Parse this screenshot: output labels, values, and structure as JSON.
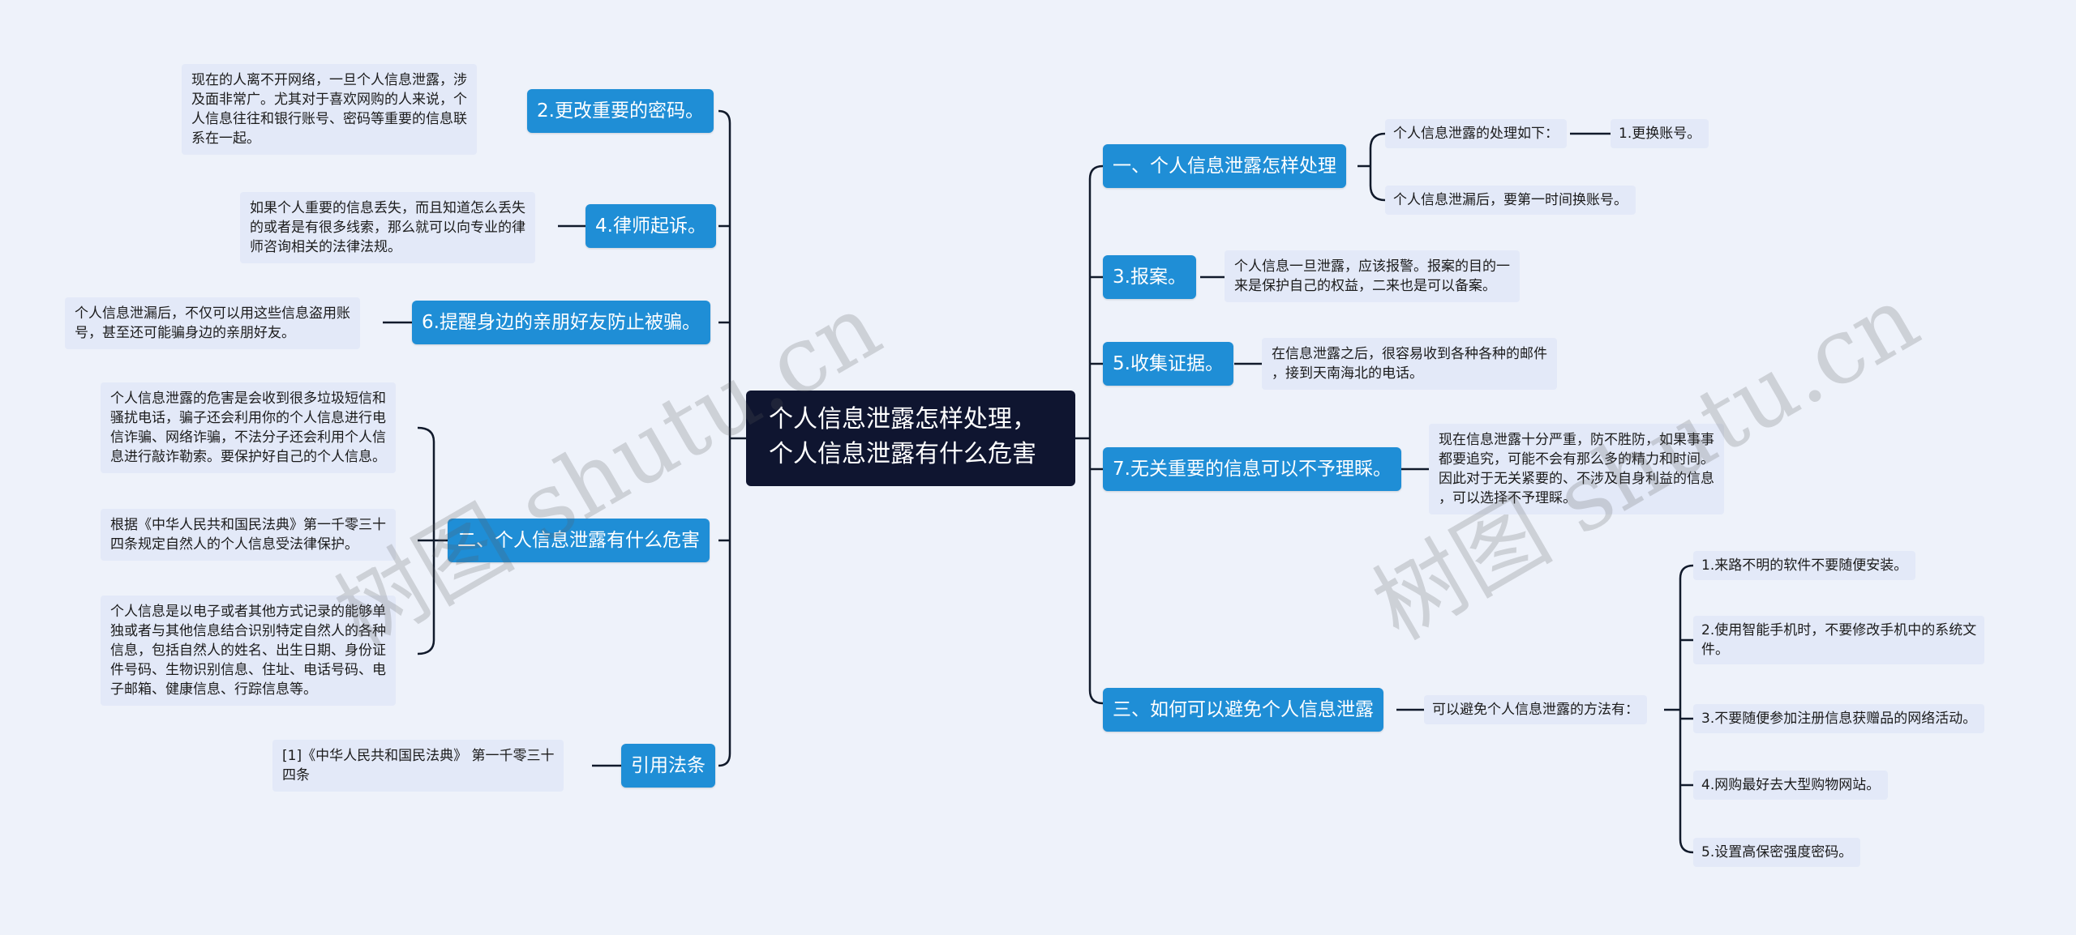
{
  "root": {
    "lines": [
      "个人信息泄露怎样处理，",
      "个人信息泄露有什么危害"
    ]
  },
  "left": {
    "password": {
      "label": "2.更改重要的密码。",
      "text": [
        "现在的人离不开网络，一旦个人信息泄露，涉",
        "及面非常广。尤其对于喜欢网购的人来说，个",
        "人信息往往和银行账号、密码等重要的信息联",
        "系在一起。"
      ]
    },
    "lawyer": {
      "label": "4.律师起诉。",
      "text": [
        "如果个人重要的信息丢失，而且知道怎么丢失",
        "的或者是有很多线索，那么就可以向专业的律",
        "师咨询相关的法律法规。"
      ]
    },
    "remind": {
      "label": "6.提醒身边的亲朋好友防止被骗。",
      "text": [
        "个人信息泄漏后，不仅可以用这些信息盗用账",
        "号，甚至还可能骗身边的亲朋好友。"
      ]
    },
    "harm": {
      "label": "二、个人信息泄露有什么危害",
      "items": [
        [
          "个人信息泄露的危害是会收到很多垃圾短信和",
          "骚扰电话，骗子还会利用你的个人信息进行电",
          "信诈骗、网络诈骗，不法分子还会利用个人信",
          "息进行敲诈勒索。要保护好自己的个人信息。"
        ],
        [
          "根据《中华人民共和国民法典》第一千零三十",
          "四条规定自然人的个人信息受法律保护。"
        ],
        [
          "个人信息是以电子或者其他方式记录的能够单",
          "独或者与其他信息结合识别特定自然人的各种",
          "信息，包括自然人的姓名、出生日期、身份证",
          "件号码、生物识别信息、住址、电话号码、电",
          "子邮箱、健康信息、行踪信息等。"
        ]
      ]
    },
    "cite": {
      "label": "引用法条",
      "text": [
        "[1]《中华人民共和国民法典》 第一千零三十",
        "四条"
      ]
    }
  },
  "right": {
    "handle": {
      "label": "一、个人信息泄露怎样处理",
      "step_intro": "个人信息泄露的处理如下：",
      "step1": "1.更换账号。",
      "step2": "个人信息泄漏后，要第一时间换账号。"
    },
    "report": {
      "label": "3.报案。",
      "text": [
        "个人信息一旦泄露，应该报警。报案的目的一",
        "来是保护自己的权益，二来也是可以备案。"
      ]
    },
    "evidence": {
      "label": "5.收集证据。",
      "text": [
        "在信息泄露之后，很容易收到各种各种的邮件",
        "，接到天南海北的电话。"
      ]
    },
    "ignore": {
      "label": "7.无关重要的信息可以不予理睬。",
      "text": [
        "现在信息泄露十分严重，防不胜防，如果事事",
        "都要追究，可能不会有那么多的精力和时间。",
        "因此对于无关紧要的、不涉及自身利益的信息",
        "，可以选择不予理睬。"
      ]
    },
    "avoid": {
      "label": "三、如何可以避免个人信息泄露",
      "intro": "可以避免个人信息泄露的方法有：",
      "tips": [
        [
          "1.来路不明的软件不要随便安装。"
        ],
        [
          "2.使用智能手机时，不要修改手机中的系统文",
          "件。"
        ],
        [
          "3.不要随便参加注册信息获赠品的网络活动。"
        ],
        [
          "4.网购最好去大型购物网站。"
        ],
        [
          "5.设置高保密强度密码。"
        ]
      ]
    }
  },
  "watermarks": [
    "树图 shutu.cn",
    "树图 shutu.cn"
  ],
  "colors": {
    "background": "#eef2fa",
    "root": "#0f1530",
    "branch": "#1f8ed6",
    "leaf": "#e3e9f8",
    "line": "#111a2b"
  }
}
